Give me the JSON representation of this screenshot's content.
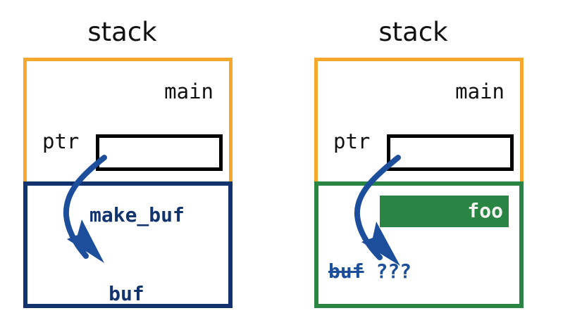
{
  "diagram": {
    "title": "stack memory diagram: dangling pointer after frame reuse",
    "colors": {
      "orange_frame": "#F6A72E",
      "navy_frame": "#12336E",
      "green_frame": "#2A8544",
      "arrow_blue": "#1C4E9C",
      "pointer_box_border": "#000000",
      "foo_box_fill": "#2A8544",
      "foo_text": "#F4F4F0",
      "page_background": "#ffffff",
      "title_text": "#111111"
    },
    "panels": [
      {
        "id": "before",
        "stack_title": "stack",
        "caller_frame": {
          "label": "main",
          "border_color": "#F6A72E",
          "variable_label": "ptr",
          "variable_value": ""
        },
        "callee_frame": {
          "label": "make_buf",
          "border_color": "#12336E",
          "has_fill_box": false,
          "fill_box_label": "",
          "buffer_label": "buf",
          "buffer_label_struck": false,
          "buffer_unknown": ""
        },
        "arrow": {
          "name": "pointer-arrow",
          "from": "ptr box",
          "to": "buf",
          "color": "#1C4E9C"
        }
      },
      {
        "id": "after",
        "stack_title": "stack",
        "caller_frame": {
          "label": "main",
          "border_color": "#F6A72E",
          "variable_label": "ptr",
          "variable_value": ""
        },
        "callee_frame": {
          "label": "",
          "border_color": "#2A8544",
          "has_fill_box": true,
          "fill_box_label": "foo",
          "buffer_label": "buf",
          "buffer_label_struck": true,
          "buffer_unknown": "???"
        },
        "arrow": {
          "name": "dangling-pointer-arrow",
          "from": "ptr box",
          "to": "??? region",
          "color": "#1C4E9C"
        }
      }
    ]
  }
}
